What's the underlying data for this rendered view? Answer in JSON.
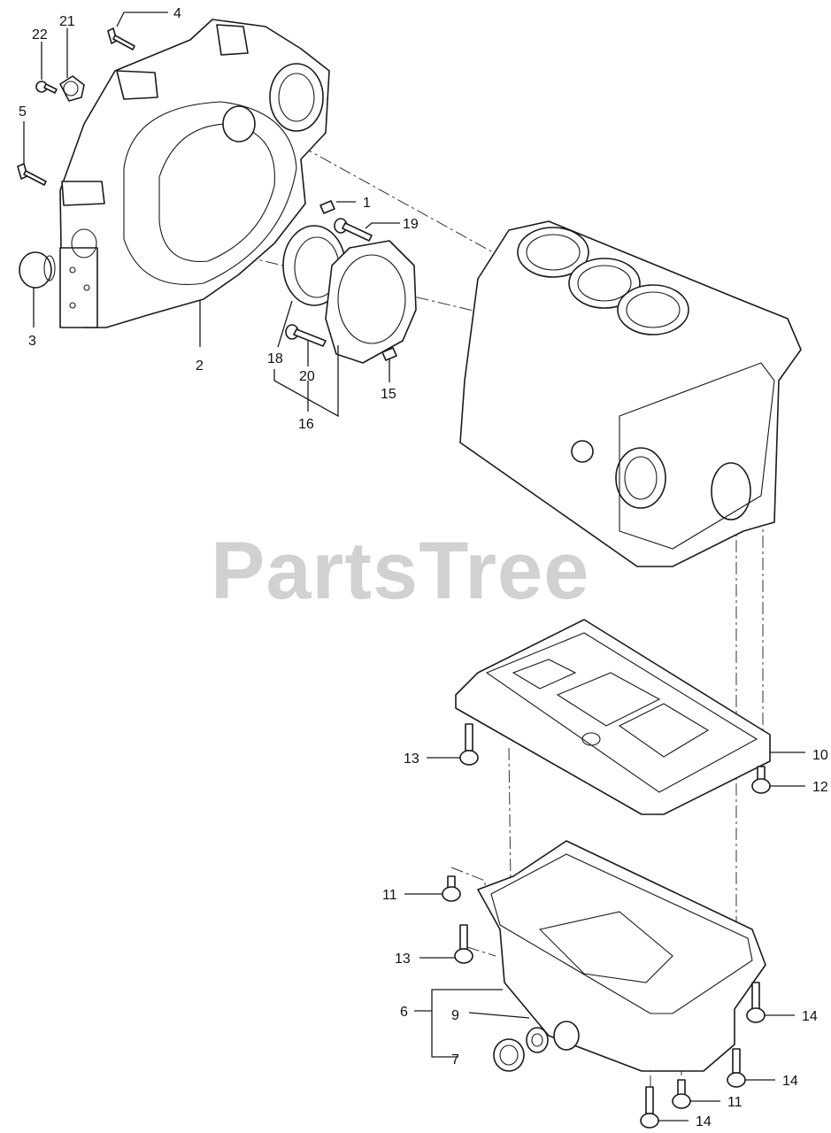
{
  "watermark": "PartsTree",
  "callouts": {
    "c1": "1",
    "c2": "2",
    "c3": "3",
    "c4": "4",
    "c5": "5",
    "c6": "6",
    "c7": "7",
    "c9": "9",
    "c10": "10",
    "c11a": "11",
    "c11b": "11",
    "c12": "12",
    "c13a": "13",
    "c13b": "13",
    "c14a": "14",
    "c14b": "14",
    "c14c": "14",
    "c15": "15",
    "c16": "16",
    "c18": "18",
    "c19": "19",
    "c20": "20",
    "c21": "21",
    "c22": "22"
  }
}
